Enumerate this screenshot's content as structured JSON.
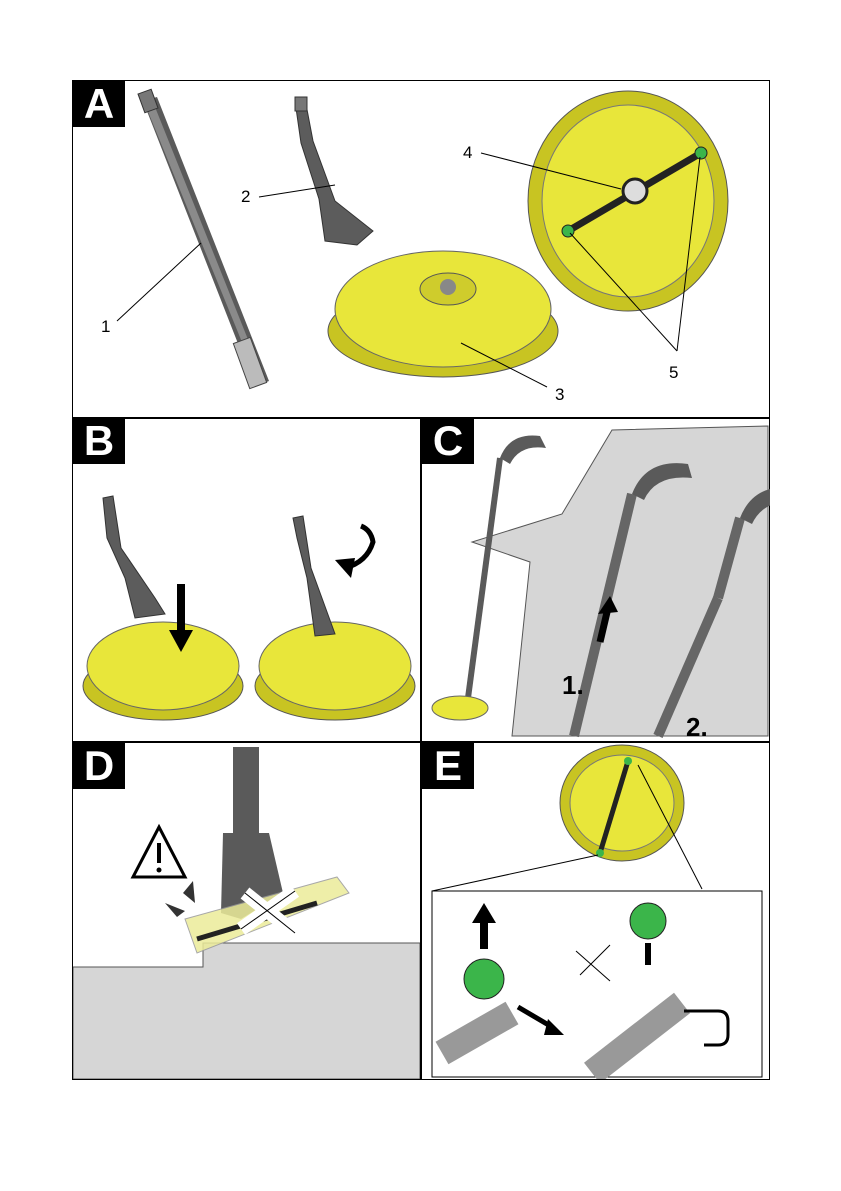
{
  "panels": {
    "a": {
      "letter": "A",
      "callouts": [
        "1",
        "2",
        "3",
        "4",
        "5"
      ]
    },
    "b": {
      "letter": "B"
    },
    "c": {
      "letter": "C",
      "steps": [
        "1.",
        "2."
      ]
    },
    "d": {
      "letter": "D"
    },
    "e": {
      "letter": "E"
    }
  },
  "colors": {
    "yellow": "#e8e63a",
    "yellow_dark": "#c8c422",
    "green": "#3bb54a",
    "gray_surface": "#d6d6d6",
    "dark_part": "#4a4a4a"
  }
}
